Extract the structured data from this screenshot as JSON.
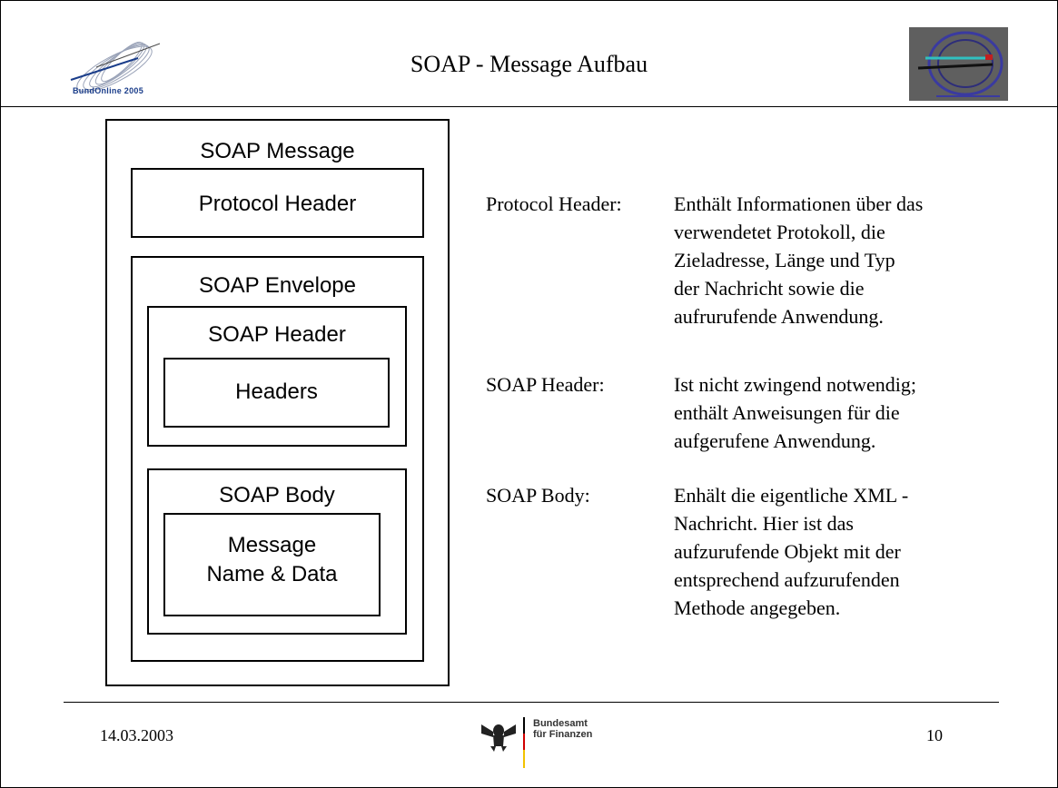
{
  "header": {
    "title": "SOAP - Message Aufbau",
    "left_logo_text": "BundOnline 2005"
  },
  "diagram": {
    "message": "SOAP Message",
    "protocol_header": "Protocol Header",
    "envelope": "SOAP Envelope",
    "soap_header": "SOAP Header",
    "headers": "Headers",
    "soap_body": "SOAP Body",
    "message_data_line1": "Message",
    "message_data_line2": "Name & Data"
  },
  "descriptions": [
    {
      "term": "Protocol Header:",
      "lines": [
        "Enthält Informationen über das",
        "verwendetet Protokoll, die",
        "Zieladresse, Länge und Typ",
        "der Nachricht sowie die",
        "aufrurufende Anwendung."
      ]
    },
    {
      "term": "SOAP Header:",
      "lines": [
        "Ist nicht zwingend notwendig;",
        "enthält Anweisungen für die",
        "aufgerufene Anwendung."
      ]
    },
    {
      "term": "SOAP Body:",
      "lines": [
        "Enhält die eigentliche XML -",
        "Nachricht. Hier ist das",
        "aufzurufende Objekt mit der",
        "entsprechend aufzurufenden",
        "Methode angegeben."
      ]
    }
  ],
  "footer": {
    "date": "14.03.2003",
    "page": "10",
    "org_line1": "Bundesamt",
    "org_line2": "für Finanzen"
  }
}
